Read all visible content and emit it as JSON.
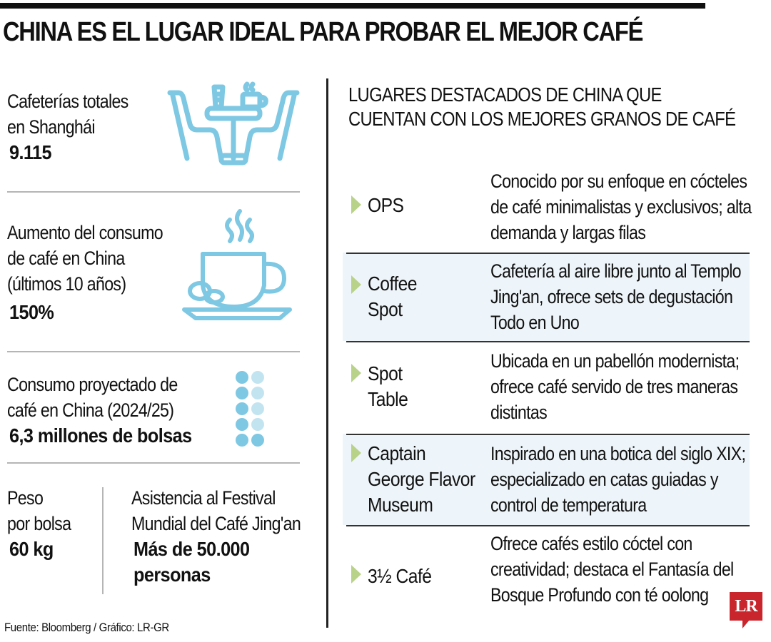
{
  "title": "CHINA ES EL LUGAR IDEAL PARA PROBAR EL MEJOR CAFÉ",
  "colors": {
    "icon_blue": "#7ec8e3",
    "icon_light_blue": "#c2e4f1",
    "arrow_green": "#b8d28a",
    "row_shade": "#eef5fa",
    "logo_red": "#c8252c",
    "divider_gray": "#b5b5b5"
  },
  "stats": [
    {
      "label_lines": [
        "Cafeterías totales",
        "en Shanghái"
      ],
      "value": "9.115",
      "icon": "cafe-table-icon"
    },
    {
      "label_lines": [
        "Aumento del consumo",
        "de café en China",
        "(últimos 10 años)"
      ],
      "value": "150%",
      "icon": "coffee-cup-icon"
    },
    {
      "label_lines": [
        "Consumo proyectado de",
        "café en China (2024/25)"
      ],
      "value": "6,3 millones de bolsas",
      "icon": "bag-dots-icon"
    },
    {
      "label_lines": [
        "Peso",
        "por bolsa"
      ],
      "value": "60 kg"
    },
    {
      "label_lines": [
        "Asistencia al Festival",
        "Mundial del Café Jing'an"
      ],
      "value_lines": [
        "Más de 50.000",
        "personas"
      ]
    }
  ],
  "source": "Fuente: Bloomberg / Gráfico: LR-GR",
  "places_section": {
    "title_lines": [
      "LUGARES DESTACADOS DE CHINA QUE",
      "CUENTAN CON LOS MEJORES GRANOS DE CAFÉ"
    ],
    "places": [
      {
        "name_lines": [
          "OPS"
        ],
        "desc_lines": [
          "Conocido por su enfoque en cócteles",
          "de café minimalistas y exclusivos; alta",
          "demanda y largas filas"
        ]
      },
      {
        "name_lines": [
          "Coffee",
          "Spot"
        ],
        "desc_lines": [
          "Cafetería al aire libre junto al Templo",
          "Jing'an, ofrece sets de degustación",
          "Todo en Uno"
        ]
      },
      {
        "name_lines": [
          "Spot",
          "Table"
        ],
        "desc_lines": [
          "Ubicada en un pabellón modernista;",
          "ofrece café servido de tres maneras",
          "distintas"
        ]
      },
      {
        "name_lines": [
          "Captain",
          "George Flavor",
          "Museum"
        ],
        "desc_lines": [
          "Inspirado en una botica del siglo XIX;",
          "especializado en catas guiadas y",
          "control de temperatura"
        ]
      },
      {
        "name_lines": [
          "3½ Café"
        ],
        "desc_lines": [
          "Ofrece cafés estilo cóctel con",
          "creatividad; destaca el Fantasía del",
          "Bosque Profundo con té oolong"
        ]
      }
    ]
  },
  "logo": {
    "text": "LR"
  }
}
